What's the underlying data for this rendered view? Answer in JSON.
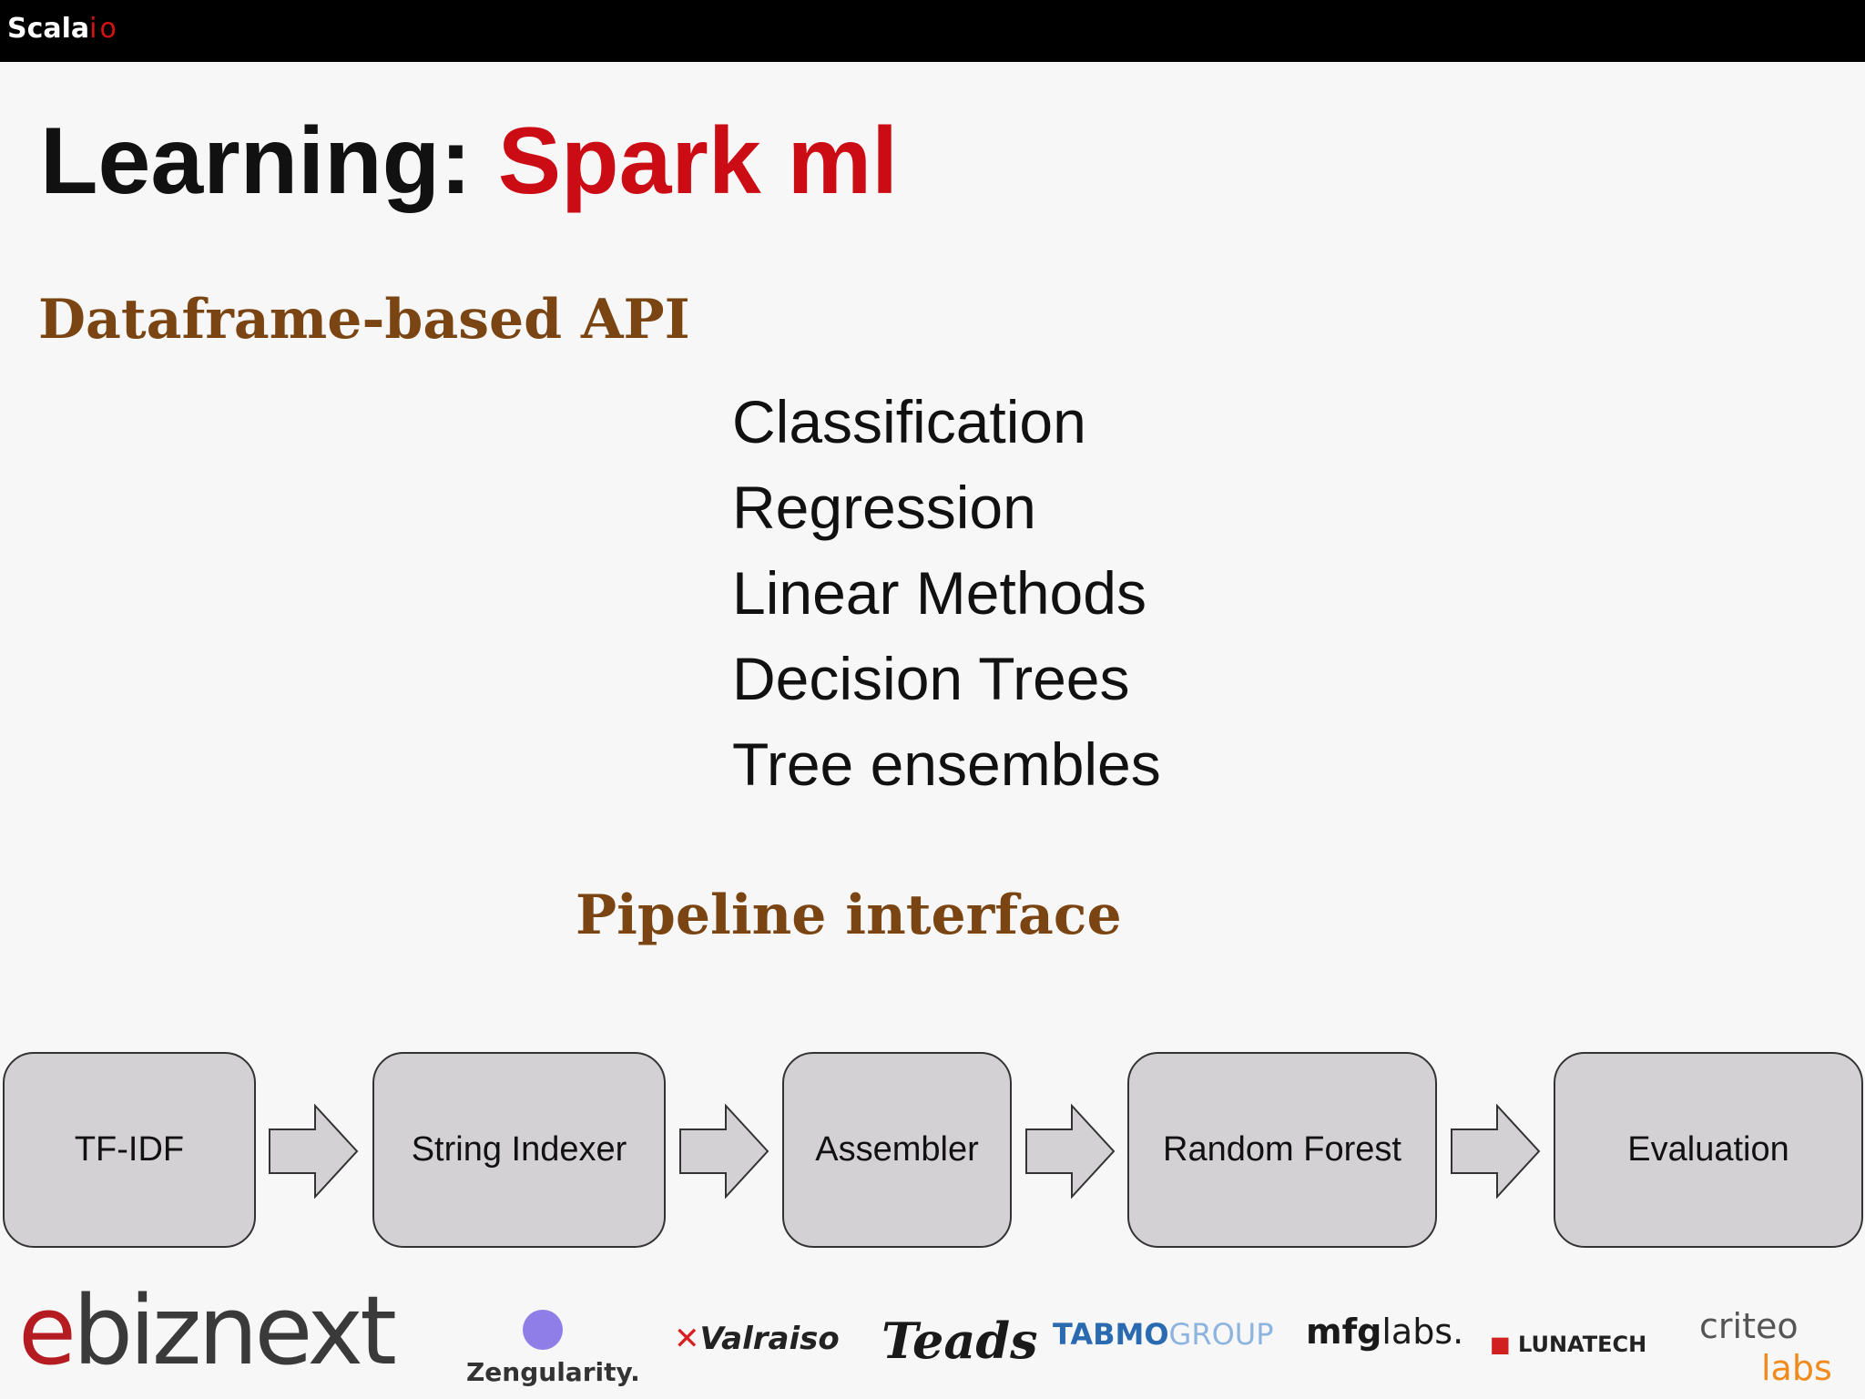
{
  "header": {
    "brand_main": "Scala",
    "brand_suffix": "io"
  },
  "slide": {
    "title_prefix": "Learning: ",
    "title_highlight": "Spark ml",
    "subheading_api": "Dataframe-based API",
    "topics": [
      "Classification",
      "Regression",
      "Linear Methods",
      "Decision Trees",
      "Tree ensembles"
    ],
    "subheading_pipeline": "Pipeline interface",
    "pipeline_stages": [
      "TF-IDF",
      "String Indexer",
      "Assembler",
      "Random Forest",
      "Evaluation"
    ]
  },
  "sponsors": {
    "ebiznext_e": "e",
    "ebiznext_rest": "biznext",
    "zengularity": "Zengularity.",
    "valraiso_mark": "✕",
    "valraiso": "Valraiso",
    "teads": "Teads",
    "tabmo_bold": "TABMO",
    "tabmo_light": "GROUP",
    "mfg_bold": "mfg",
    "mfg_light": "labs.",
    "lunatech_mark": "■",
    "lunatech": "LUNATECH",
    "criteo": "criteo",
    "criteo_labs": "labs"
  },
  "colors": {
    "topbar": "#000000",
    "title_accent": "#cc0c14",
    "subheading": "#7a4512",
    "stage_fill": "#d3d1d4",
    "arrow_fill": "#d3d1d4"
  }
}
